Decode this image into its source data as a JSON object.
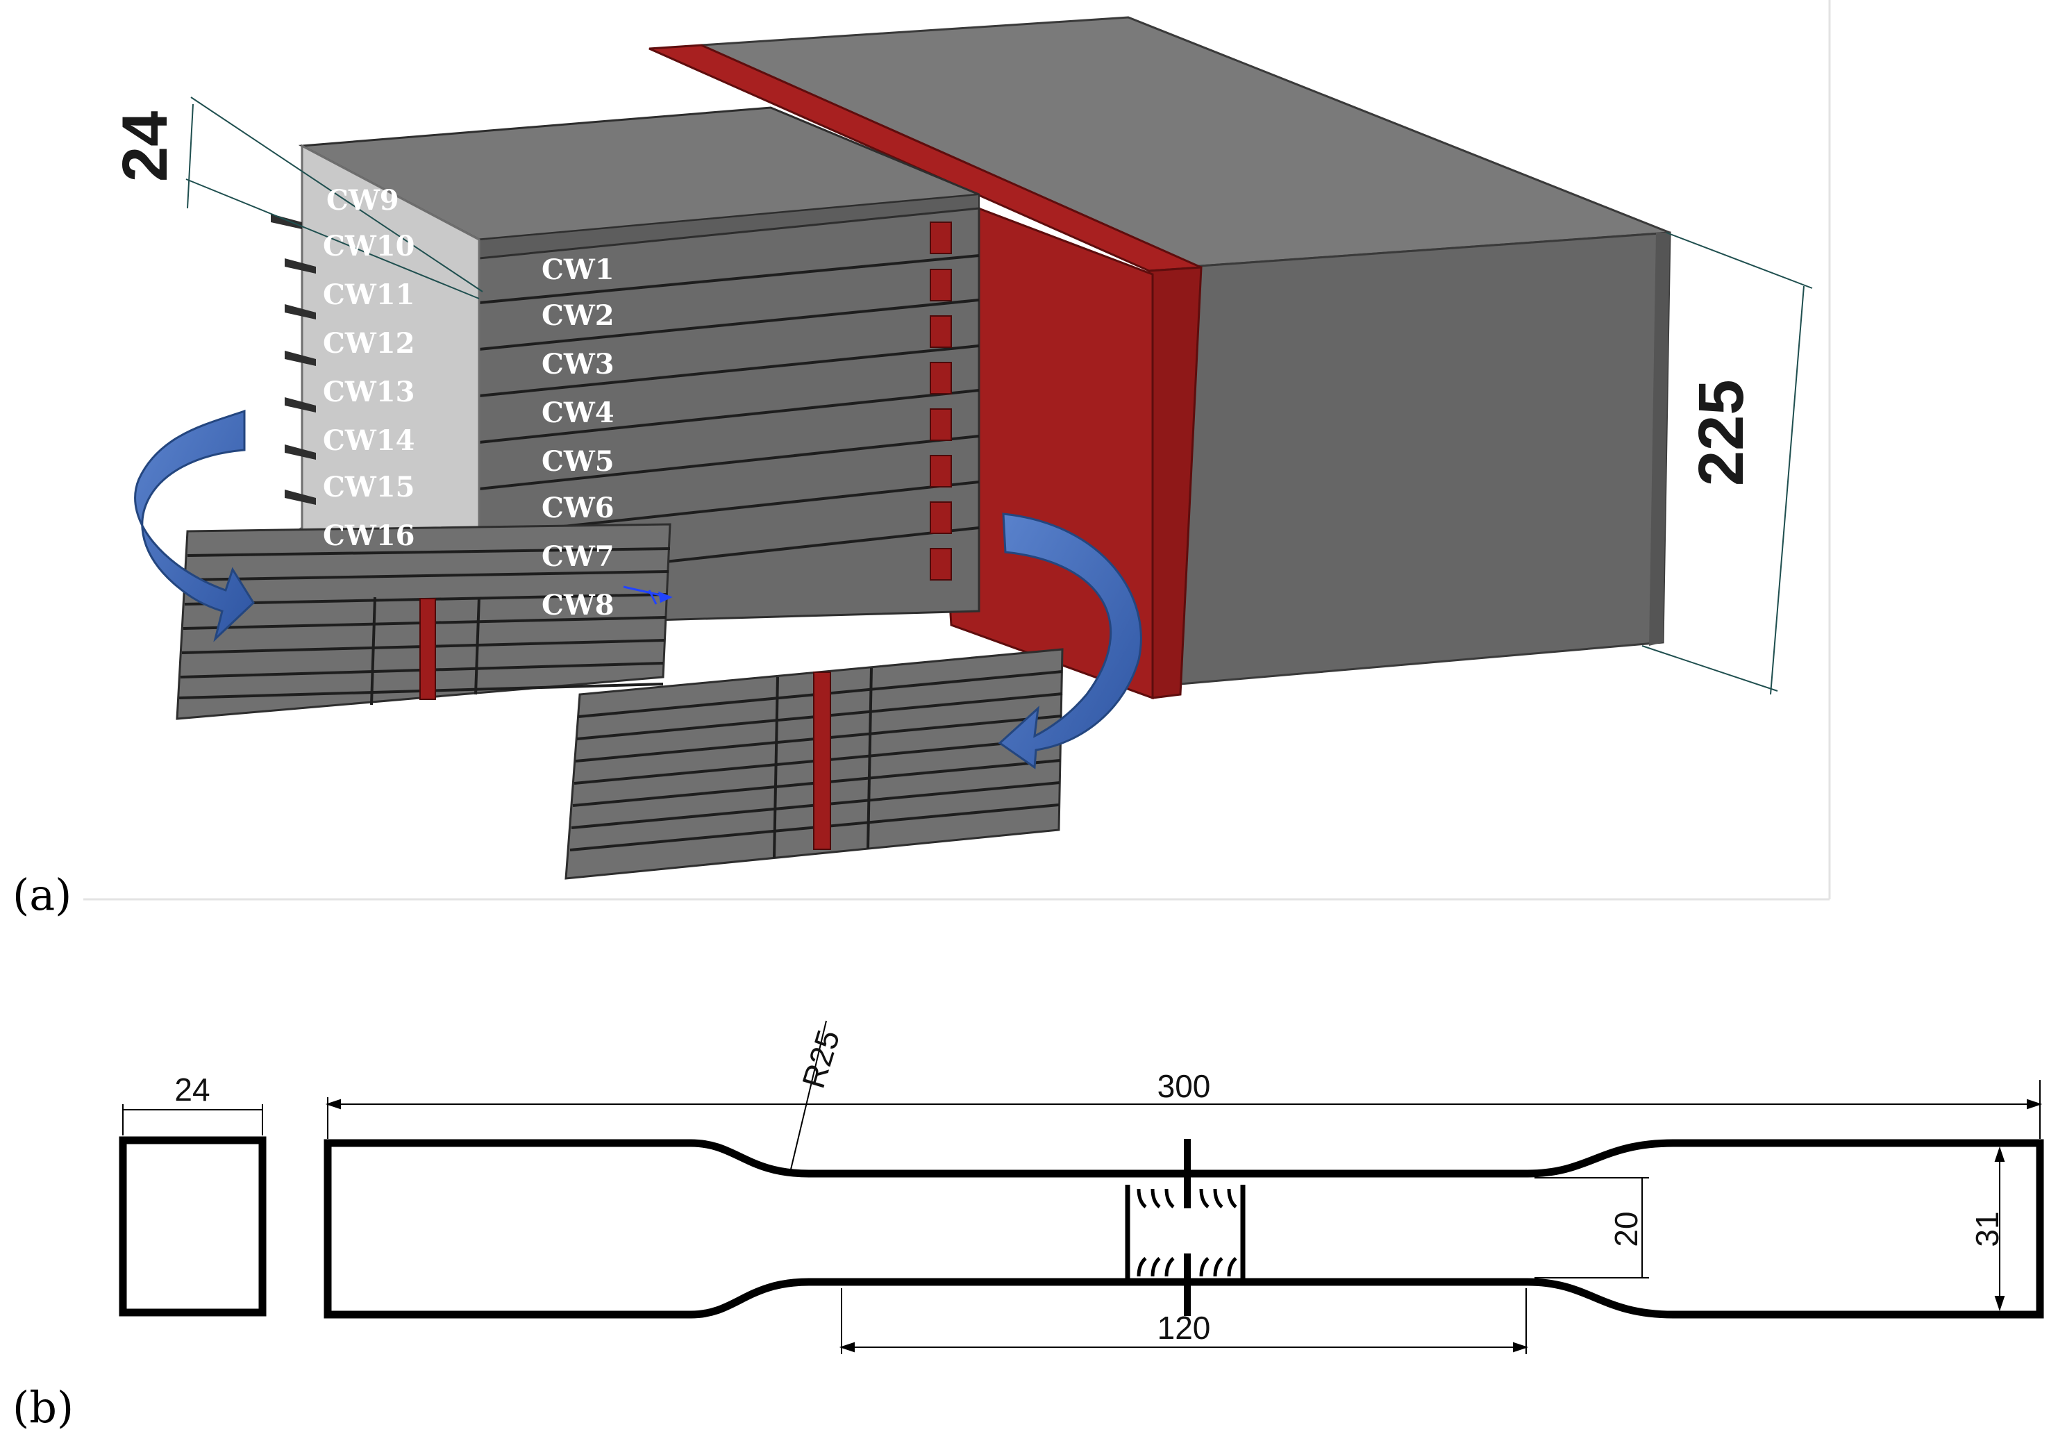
{
  "colors": {
    "steel": "#6b6b6b",
    "steel_dark": "#4c4c4c",
    "weld": "#9e1c1c",
    "weld_dark": "#6e1010",
    "arrow": "#3d64b0",
    "web": "#c7c7c7"
  },
  "panel_a": {
    "label": "(a)",
    "dim_thickness": "24",
    "dim_height": "225",
    "specimen_labels_left": [
      "CW9",
      "CW10",
      "CW11",
      "CW12",
      "CW13",
      "CW14",
      "CW15",
      "CW16"
    ],
    "specimen_labels_right": [
      "CW1",
      "CW2",
      "CW3",
      "CW4",
      "CW5",
      "CW6",
      "CW7",
      "CW8"
    ]
  },
  "panel_b": {
    "label": "(b)",
    "cross_section_width": "24",
    "total_length": "300",
    "radius": "R25",
    "gauge_length": "120",
    "gauge_width": "20",
    "grip_width": "31"
  }
}
